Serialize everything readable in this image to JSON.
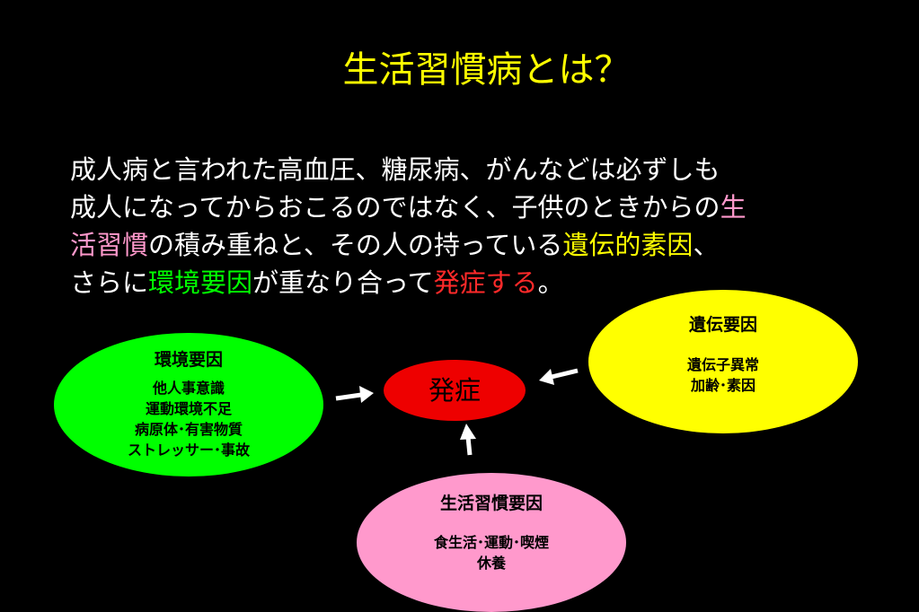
{
  "title": "生活習慣病とは？",
  "paragraph": {
    "line1": "成人病と言われた高血圧、糖尿病、がんなどは必ずしも",
    "line2_text": "成人になってからおこるのではなく、子供のときからの",
    "line2_highlight": "生",
    "line3_highlight": "活習慣",
    "line3_mid": "の積み重ねと、その人の持っている",
    "line3_highlight2": "遺伝的素因",
    "line3_end": "、",
    "line4_start": "さらに",
    "line4_highlight": "環境要因",
    "line4_mid": "が重なり合って",
    "line4_highlight2": "発症する",
    "line4_end": "。"
  },
  "nodes": {
    "environment": {
      "title": "環境要因",
      "items": [
        "他人事意識",
        "運動環境不足",
        "病原体･有害物質",
        "ストレッサー･事故"
      ]
    },
    "genetic": {
      "title": "遺伝要因",
      "items": [
        "遺伝子異常",
        "加齢･素因"
      ]
    },
    "lifestyle": {
      "title": "生活習慣要因",
      "items": [
        "食生活･運動･喫煙",
        "休養"
      ]
    },
    "onset": {
      "label": "発症"
    }
  },
  "colors": {
    "background": "#000000",
    "title": "#ffff00",
    "environment": "#00ff00",
    "genetic": "#ffff00",
    "lifestyle": "#ff99cc",
    "onset": "#ee0000",
    "arrow": "#ffffff"
  }
}
